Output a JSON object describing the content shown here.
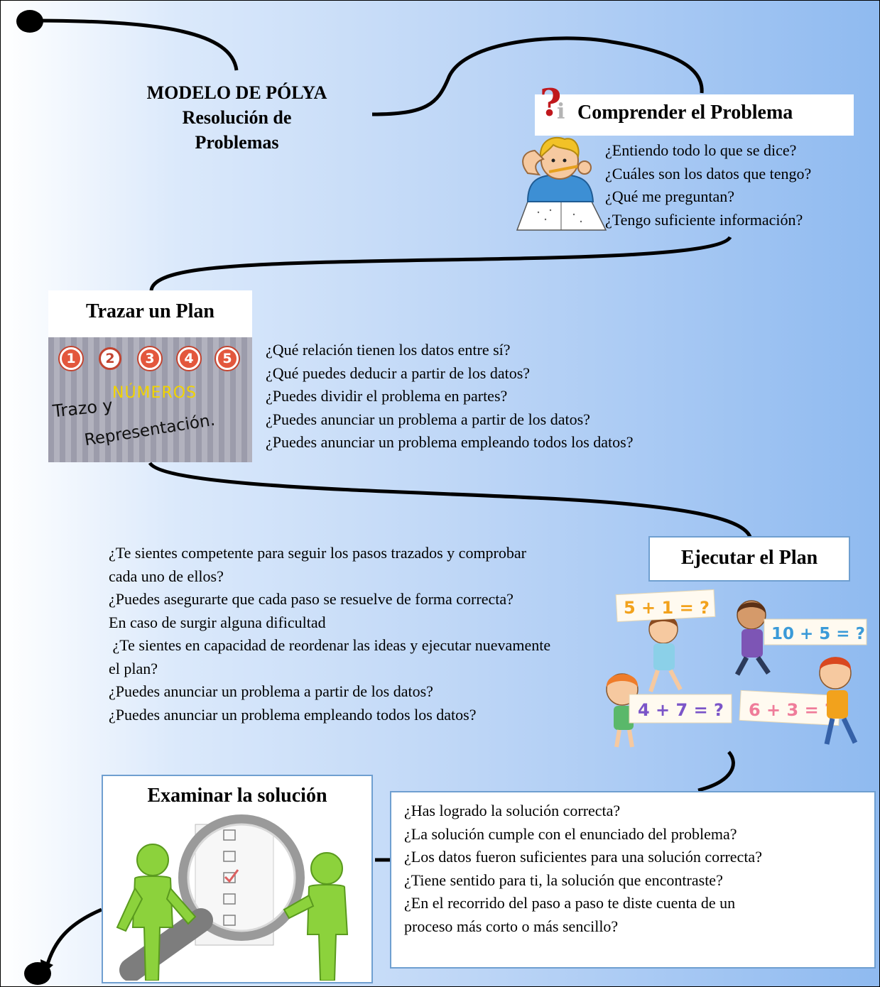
{
  "title": {
    "line1": "MODELO DE PÓLYA",
    "line2": "Resolución de",
    "line3": "Problemas"
  },
  "steps": {
    "understand": {
      "heading": "Comprender el Problema",
      "questions": [
        "¿Entiendo todo lo que se dice?",
        "¿Cuáles son los datos que tengo?",
        "¿Qué me preguntan?",
        "¿Tengo suficiente información?"
      ]
    },
    "plan": {
      "heading": "Trazar un Plan",
      "image": {
        "numbers": [
          "1",
          "2",
          "3",
          "4",
          "5"
        ],
        "word": "NÚMEROS",
        "caption1": "Trazo y",
        "caption2": "Representación."
      },
      "questions": [
        "¿Qué relación tienen los datos entre sí?",
        "¿Qué puedes deducir a partir de los datos?",
        "¿Puedes dividir el problema en partes?",
        "¿Puedes anunciar un problema a partir de los datos?",
        "¿Puedes anunciar un problema empleando todos los datos?"
      ]
    },
    "execute": {
      "heading": "Ejecutar el Plan",
      "questions": [
        "¿Te sientes competente para seguir los pasos trazados y comprobar",
        "cada uno de ellos?",
        "¿Puedes asegurarte que cada paso se resuelve de forma correcta?",
        "En caso de surgir alguna dificultad",
        " ¿Te sientes en capacidad de reordenar las ideas y ejecutar nuevamente",
        "el plan?",
        "¿Puedes anunciar un problema a partir de los datos?",
        "¿Puedes anunciar un problema empleando todos los datos?"
      ],
      "cards": [
        "5 + 1 = ?",
        "10 + 5 = ?",
        "4 + 7 = ?",
        "6 + 3 = ?"
      ]
    },
    "examine": {
      "heading": "Examinar la solución",
      "questions": [
        "¿Has logrado la solución correcta?",
        "¿La solución cumple con el enunciado del problema?",
        "¿Los datos fueron suficientes para una solución correcta?",
        "¿Tiene sentido para ti, la solución que encontraste?",
        "¿En el recorrido del paso a paso te diste cuenta de un",
        "proceso más corto o más sencillo?"
      ]
    }
  },
  "colors": {
    "background_start": "#ffffff",
    "background_end": "#8fbaf0",
    "box_border": "#6f9fd0",
    "figure_green": "#8cd23c",
    "question_red": "#c0181d"
  }
}
